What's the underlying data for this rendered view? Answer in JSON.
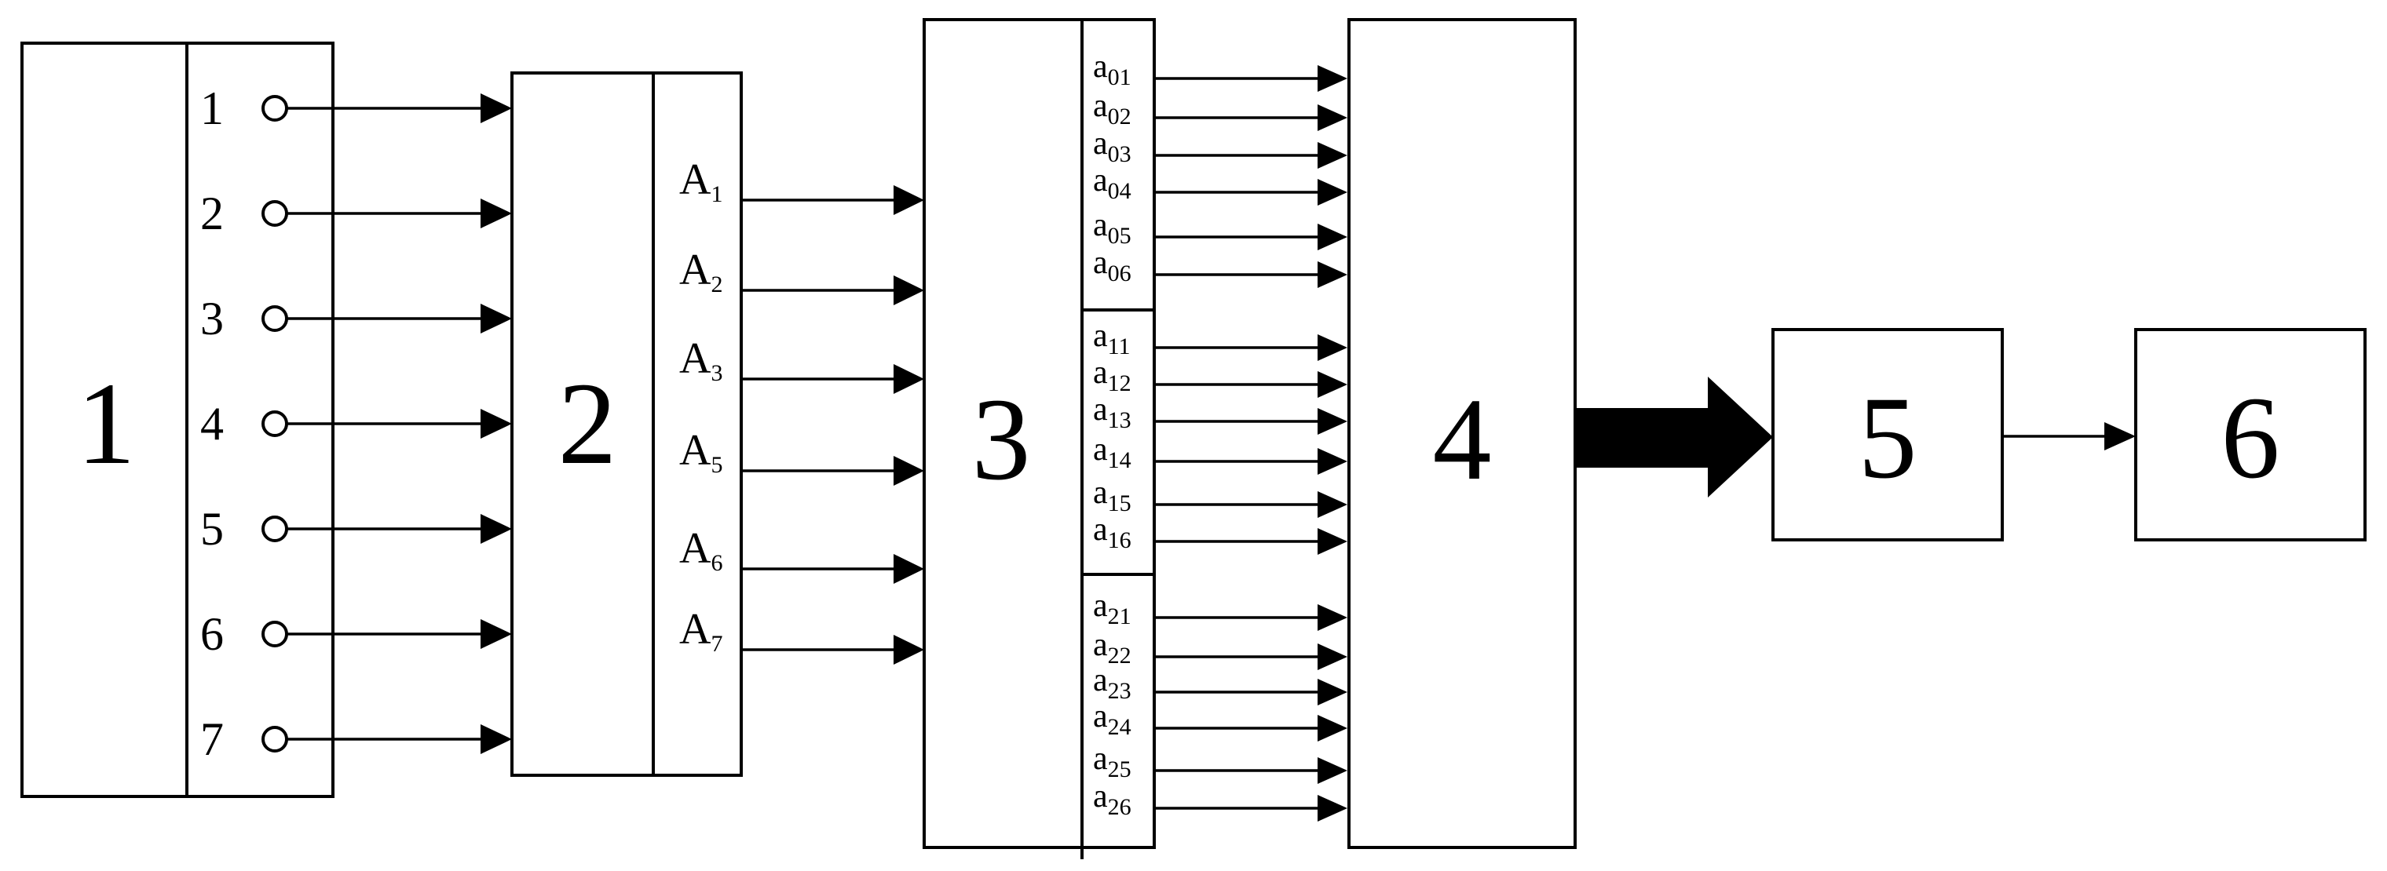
{
  "blocks": {
    "b1": "1",
    "b2": "2",
    "b3": "3",
    "b4": "4",
    "b5": "5",
    "b6": "6"
  },
  "block1_ports": [
    "1",
    "2",
    "3",
    "4",
    "5",
    "6",
    "7"
  ],
  "block2_outputs": [
    {
      "main": "A",
      "sub": "1"
    },
    {
      "main": "A",
      "sub": "2"
    },
    {
      "main": "A",
      "sub": "3"
    },
    {
      "main": "A",
      "sub": "5"
    },
    {
      "main": "A",
      "sub": "6"
    },
    {
      "main": "A",
      "sub": "7"
    }
  ],
  "block3_outputs": [
    [
      {
        "main": "a",
        "sub": "01"
      },
      {
        "main": "a",
        "sub": "02"
      },
      {
        "main": "a",
        "sub": "03"
      },
      {
        "main": "a",
        "sub": "04"
      },
      {
        "main": "a",
        "sub": "05"
      },
      {
        "main": "a",
        "sub": "06"
      }
    ],
    [
      {
        "main": "a",
        "sub": "11"
      },
      {
        "main": "a",
        "sub": "12"
      },
      {
        "main": "a",
        "sub": "13"
      },
      {
        "main": "a",
        "sub": "14"
      },
      {
        "main": "a",
        "sub": "15"
      },
      {
        "main": "a",
        "sub": "16"
      }
    ],
    [
      {
        "main": "a",
        "sub": "21"
      },
      {
        "main": "a",
        "sub": "22"
      },
      {
        "main": "a",
        "sub": "23"
      },
      {
        "main": "a",
        "sub": "24"
      },
      {
        "main": "a",
        "sub": "25"
      },
      {
        "main": "a",
        "sub": "26"
      }
    ]
  ],
  "colors": {
    "stroke": "#000000",
    "background": "#ffffff"
  }
}
